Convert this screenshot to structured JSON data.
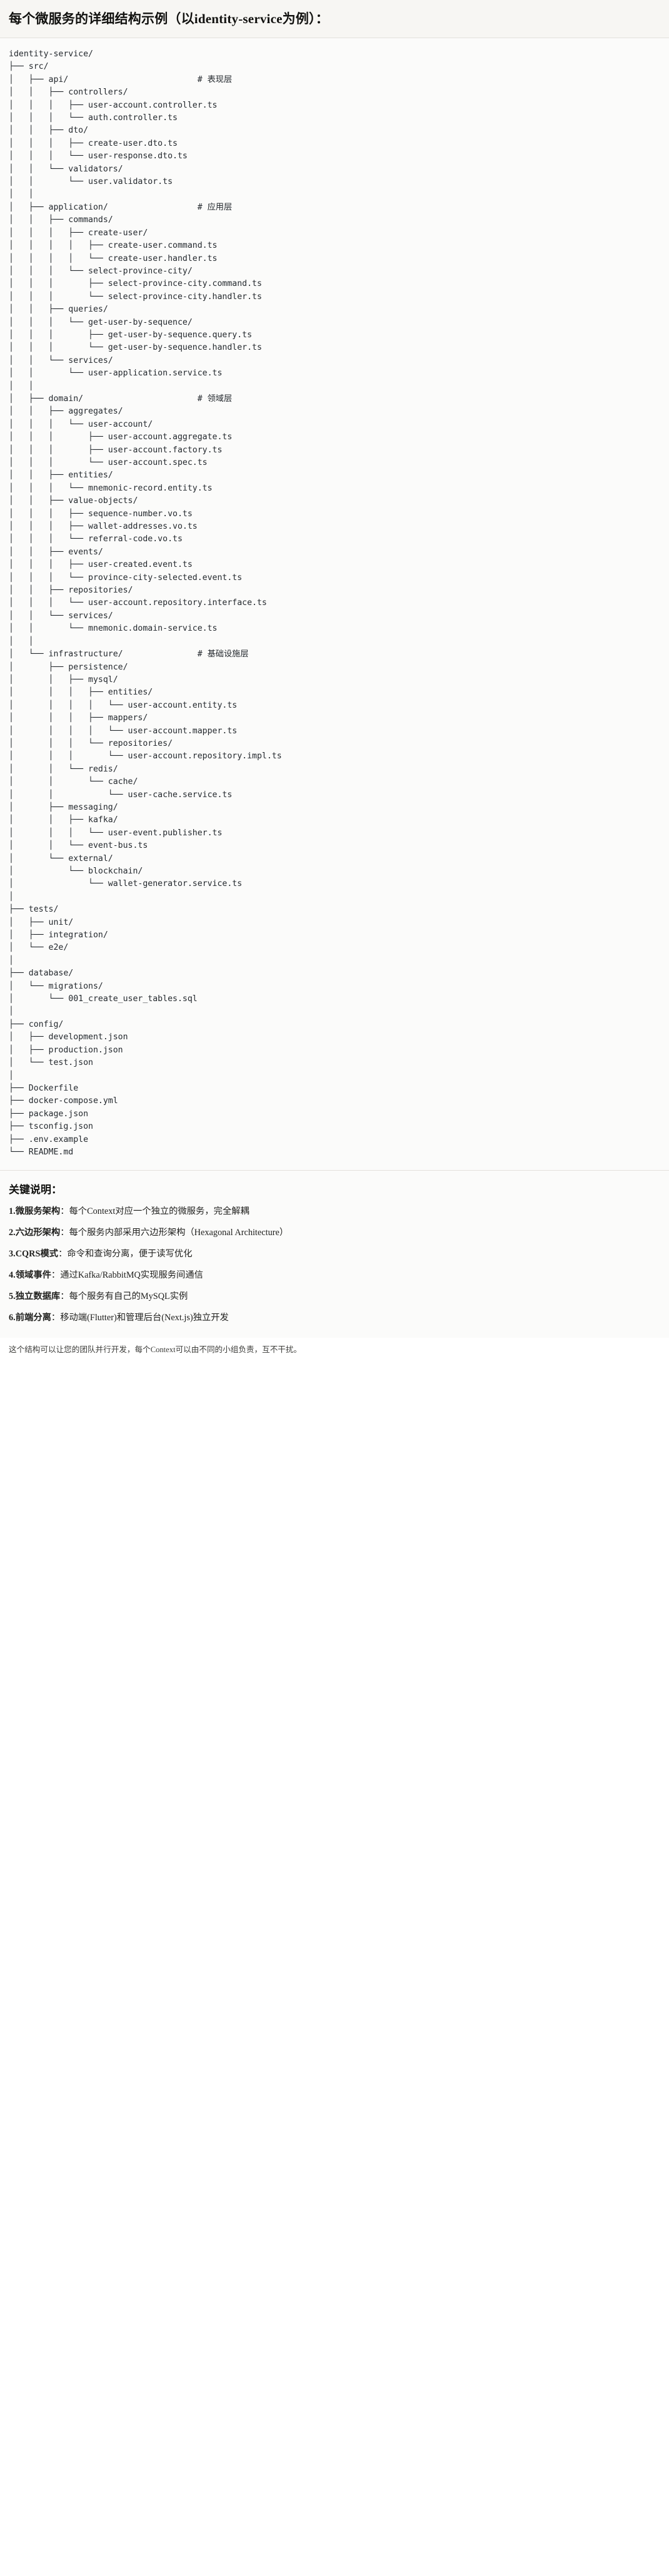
{
  "header": {
    "title": "每个微服务的详细结构示例（以identity-service为例）："
  },
  "tree": {
    "root_label": "identity-service/",
    "text": "identity-service/\n├── src/\n│   ├── api/                          # 表现层\n│   │   ├── controllers/\n│   │   │   ├── user-account.controller.ts\n│   │   │   └── auth.controller.ts\n│   │   ├── dto/\n│   │   │   ├── create-user.dto.ts\n│   │   │   └── user-response.dto.ts\n│   │   └── validators/\n│   │       └── user.validator.ts\n│   │\n│   ├── application/                  # 应用层\n│   │   ├── commands/\n│   │   │   ├── create-user/\n│   │   │   │   ├── create-user.command.ts\n│   │   │   │   └── create-user.handler.ts\n│   │   │   └── select-province-city/\n│   │   │       ├── select-province-city.command.ts\n│   │   │       └── select-province-city.handler.ts\n│   │   ├── queries/\n│   │   │   └── get-user-by-sequence/\n│   │   │       ├── get-user-by-sequence.query.ts\n│   │   │       └── get-user-by-sequence.handler.ts\n│   │   └── services/\n│   │       └── user-application.service.ts\n│   │\n│   ├── domain/                       # 领域层\n│   │   ├── aggregates/\n│   │   │   └── user-account/\n│   │   │       ├── user-account.aggregate.ts\n│   │   │       ├── user-account.factory.ts\n│   │   │       └── user-account.spec.ts\n│   │   ├── entities/\n│   │   │   └── mnemonic-record.entity.ts\n│   │   ├── value-objects/\n│   │   │   ├── sequence-number.vo.ts\n│   │   │   ├── wallet-addresses.vo.ts\n│   │   │   └── referral-code.vo.ts\n│   │   ├── events/\n│   │   │   ├── user-created.event.ts\n│   │   │   └── province-city-selected.event.ts\n│   │   ├── repositories/\n│   │   │   └── user-account.repository.interface.ts\n│   │   └── services/\n│   │       └── mnemonic.domain-service.ts\n│   │\n│   └── infrastructure/               # 基础设施层\n│       ├── persistence/\n│       │   ├── mysql/\n│       │   │   ├── entities/\n│       │   │   │   └── user-account.entity.ts\n│       │   │   ├── mappers/\n│       │   │   │   └── user-account.mapper.ts\n│       │   │   └── repositories/\n│       │   │       └── user-account.repository.impl.ts\n│       │   └── redis/\n│       │       └── cache/\n│       │           └── user-cache.service.ts\n│       ├── messaging/\n│       │   ├── kafka/\n│       │   │   └── user-event.publisher.ts\n│       │   └── event-bus.ts\n│       └── external/\n│           └── blockchain/\n│               └── wallet-generator.service.ts\n│\n├── tests/\n│   ├── unit/\n│   ├── integration/\n│   └── e2e/\n│\n├── database/\n│   └── migrations/\n│       └── 001_create_user_tables.sql\n│\n├── config/\n│   ├── development.json\n│   ├── production.json\n│   └── test.json\n│\n├── Dockerfile\n├── docker-compose.yml\n├── package.json\n├── tsconfig.json\n├── .env.example\n└── README.md",
    "layer_comments": [
      "# 表现层",
      "# 应用层",
      "# 领域层",
      "# 基础设施层"
    ]
  },
  "keys": {
    "heading": "关键说明：",
    "items": [
      {
        "num": "1.",
        "lead": "微服务架构",
        "desc": "：每个Context对应一个独立的微服务，完全解耦"
      },
      {
        "num": "2.",
        "lead": "六边形架构",
        "desc": "：每个服务内部采用六边形架构（Hexagonal Architecture）"
      },
      {
        "num": "3.",
        "lead": "CQRS模式",
        "desc": "：命令和查询分离，便于读写优化"
      },
      {
        "num": "4.",
        "lead": "领域事件",
        "desc": "：通过Kafka/RabbitMQ实现服务间通信"
      },
      {
        "num": "5.",
        "lead": "独立数据库",
        "desc": "：每个服务有自己的MySQL实例"
      },
      {
        "num": "6.",
        "lead": "前端分离",
        "desc": "：移动端(Flutter)和管理后台(Next.js)独立开发"
      }
    ]
  },
  "footnote": {
    "text": "这个结构可以让您的团队并行开发，每个Context可以由不同的小组负责，互不干扰。"
  }
}
